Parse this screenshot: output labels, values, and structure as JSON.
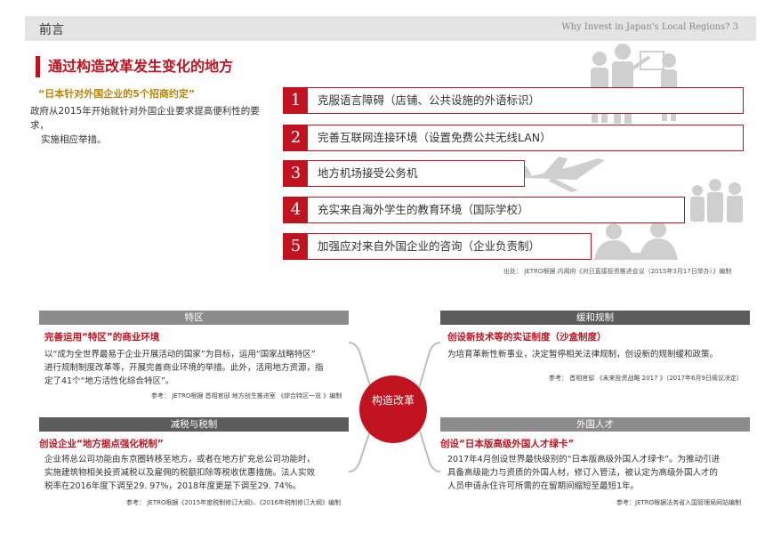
{
  "header": {
    "section": "前言",
    "slogan": "Why Invest in Japan's Local Regions? 3"
  },
  "title": "通过构造改革发生变化的地方",
  "subhead": "“日本针对外国企业的5个招商约定”",
  "intro": {
    "line1": "政府从2015年开始就针对外国企业要求提高便利性的要求，",
    "line2": "实施相应举措。"
  },
  "promises": [
    {
      "num": "1",
      "text": "克服语言障碍（店铺、公共设施的外语标识）"
    },
    {
      "num": "2",
      "text": "完善互联网连接环境（设置免费公共无线LAN）"
    },
    {
      "num": "3",
      "text": "地方机场接受公务机"
    },
    {
      "num": "4",
      "text": "充实来自海外学生的教育环境（国际学校）"
    },
    {
      "num": "5",
      "text": "加强应对来自外国企业的咨询（企业负责制）"
    }
  ],
  "source": "出处： JETRO根据 内阁府《对日直接投资推进会议（2015年3月17日举办）》编制",
  "center": "构造改革",
  "panels": {
    "special_zone": {
      "head": "特区",
      "sub": "完善运用“特区”的商业环境",
      "lines": [
        "以“成为全世界最易于企业开展活动的国家”为目标，运用“国家战略特区”",
        "进行规制制度改革等，开展完善商业环境的举措。此外，活用地方资源，指",
        "定了41个“地方活性化综合特区”。"
      ],
      "ref": "参考： JETRO根据 首相官邸 地方创生推进室 《综合特区一览 》编制"
    },
    "deregulation": {
      "head": "缓和规制",
      "sub": "创设新技术等的实证制度（沙盒制度）",
      "lines": [
        "为培育革新性新事业，决定暂停相关法律规制，创设新的规制缓和政策。"
      ],
      "ref": "参考： 首相官邸 《未来投资战略 2017 》（2017年6月9日阁议决定）"
    },
    "tax": {
      "head": "减税与税制",
      "sub": "创设企业“地方据点强化税制”",
      "lines": [
        "企业将总公司功能由东京圈转移至地方，或者在地方扩充总公司功能时，",
        "实施建筑物相关投资减税以及雇佣的税额扣除等税收优惠措施。法人实效",
        "税率在2016年度下调至29. 97%，2018年度更是下调至29. 74%。"
      ],
      "ref": "参考： JETRO根据《2015年度税制修订大纲》、《2016年税制修订大纲》编制"
    },
    "foreign_talent": {
      "head": "外国人才",
      "sub": "创设“日本版高级外国人才绿卡”",
      "lines": [
        "2017年4月创设世界最快级别的“日本版高级外国人才绿卡”。为推动引进",
        "具备高级能力与资质的外国人材，修订入管法，被认定为高级外国人才的",
        "人员申请永住许可所需的在留期间缩短至最短1年。"
      ],
      "ref": "参考：JETRO根据法务省入国管理局网站编制"
    }
  },
  "colors": {
    "accent": "#c1121f",
    "gold": "#b8860b",
    "header_grey": "#8c8c8c",
    "header_dark": "#5c5c5c",
    "silhouette": "#cfcfcf"
  }
}
